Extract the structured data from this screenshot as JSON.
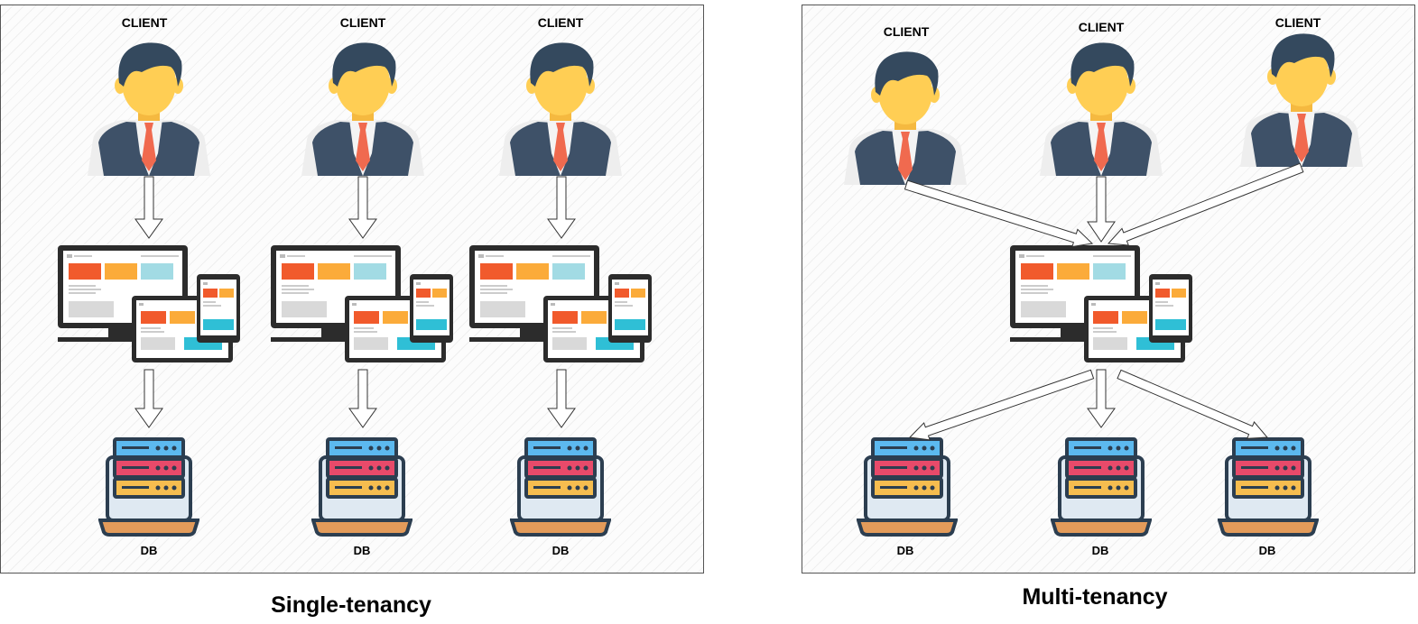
{
  "single": {
    "caption": "Single-tenancy",
    "client_label": "CLIENT",
    "db_label": "DB"
  },
  "multi": {
    "caption": "Multi-tenancy",
    "client_label": "CLIENT",
    "db_label": "DB"
  },
  "colors": {
    "suit": "#3e5168",
    "hair": "#34495e",
    "skin": "#ffce54",
    "tie": "#f06a4f",
    "shirt": "#eeeeee",
    "screen_orange": "#f15a2c",
    "screen_yellow": "#fbab3a",
    "screen_blue": "#a2dbe4",
    "screen_cyan": "#2fbfd6",
    "db_blue": "#5cb9ef",
    "db_red": "#e84a6a",
    "db_yellow": "#f6bd4f",
    "db_base": "#e39b5a",
    "outline": "#2c3e50"
  },
  "icons": [
    "person-icon",
    "devices-icon",
    "database-server-icon"
  ]
}
